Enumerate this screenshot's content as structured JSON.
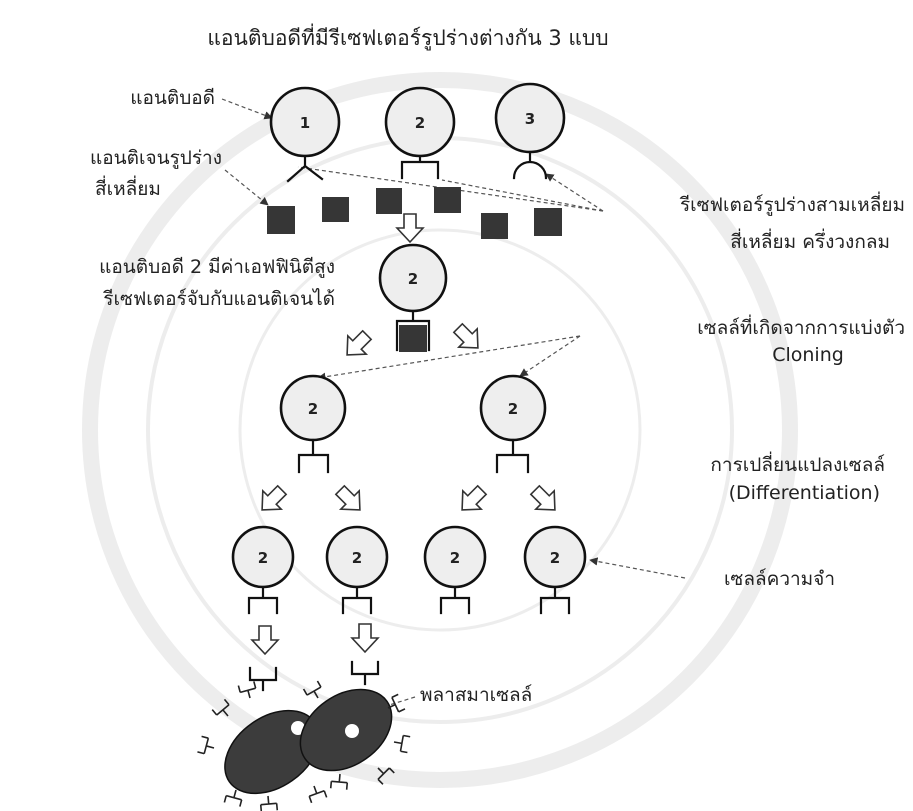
{
  "title": "แอนติบอดีที่มีรีเซฟเตอร์รูปร่างต่างกัน 3 แบบ",
  "labels": {
    "antibody": "แอนติบอดี",
    "antigen_line1": "แอนติเจนรูปร่าง",
    "antigen_line2": "สี่เหลี่ยม",
    "receptor_line1": "รีเซฟเตอร์รูปร่างสามเหลี่ยม",
    "receptor_line2": "สี่เหลี่ยม ครึ่งวงกลม",
    "affinity_line1": "แอนติบอดี 2 มีค่าเอฟฟินิตีสูง",
    "affinity_line2": "รีเซฟเตอร์จับกับแอนติเจนได้",
    "cloning_line1": "เซลล์ที่เกิดจากการแบ่งตัว",
    "cloning_line2": "Cloning",
    "differentiation_line1": "การเปลี่ยนแปลงเซลล์",
    "differentiation_line2": "(Differentiation)",
    "memory_cell": "เซลล์ความจำ",
    "plasma_cell": "พลาสมาเซลล์"
  },
  "cells": {
    "initial": [
      "1",
      "2",
      "3"
    ],
    "selected": "2",
    "clones": [
      "2",
      "2"
    ],
    "differentiated": [
      "2",
      "2",
      "2",
      "2"
    ]
  },
  "colors": {
    "antigen": "#363636",
    "plasma_cell": "#3c3c3c",
    "cell_fill": "#eeeeee"
  }
}
